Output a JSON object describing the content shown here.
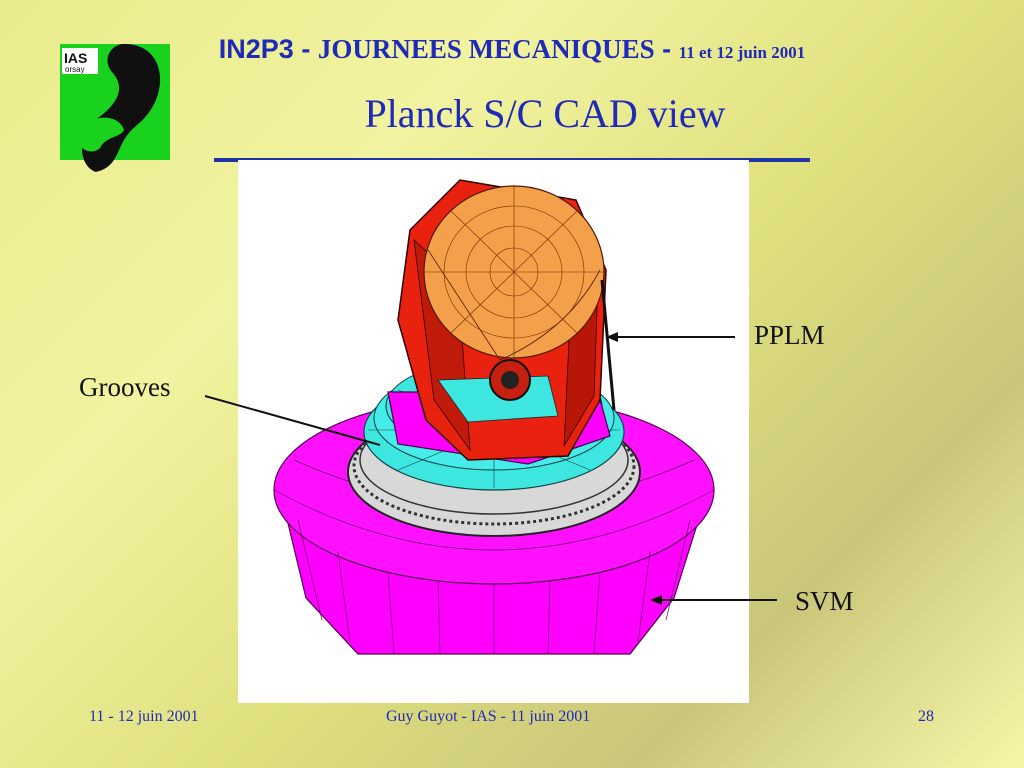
{
  "header": {
    "organization": "IN2P3",
    "separator": " - ",
    "event": "JOURNEES MECANIQUES",
    "dates": "11 et 12 juin 2001"
  },
  "title": "Planck S/C CAD view",
  "logo": {
    "text_top": "IAS",
    "text_bottom": "orsay"
  },
  "labels": {
    "pplm": "PPLM",
    "grooves": "Grooves",
    "svm": "SVM"
  },
  "footer": {
    "left": "11 - 12 juin 2001",
    "center": "Guy Guyot - IAS - 11 juin 2001",
    "page": "28"
  },
  "colors": {
    "title_blue": "#1f2ab8",
    "logo_green": "#19d21e",
    "pplm_red": "#e8220f",
    "svm_magenta": "#ff00ff",
    "grooves_cyan": "#3ee6e0"
  }
}
